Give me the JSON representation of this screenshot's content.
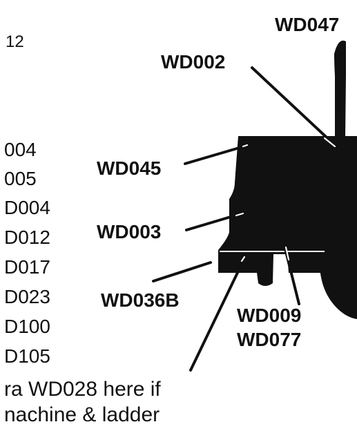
{
  "top_left_number": "12",
  "left_column": [
    "004",
    "005",
    "D004",
    "D012",
    "D017",
    "D023",
    "D100",
    "D105"
  ],
  "callouts": {
    "wd047": "WD047",
    "wd002": "WD002",
    "wd045": "WD045",
    "wd003": "WD003",
    "wd036b": "WD036B",
    "wd009": "WD009",
    "wd077": "WD077"
  },
  "footnote": [
    "ra WD028 here if",
    "nachine & ladder"
  ],
  "colors": {
    "ink": "#111111",
    "background": "#ffffff"
  }
}
